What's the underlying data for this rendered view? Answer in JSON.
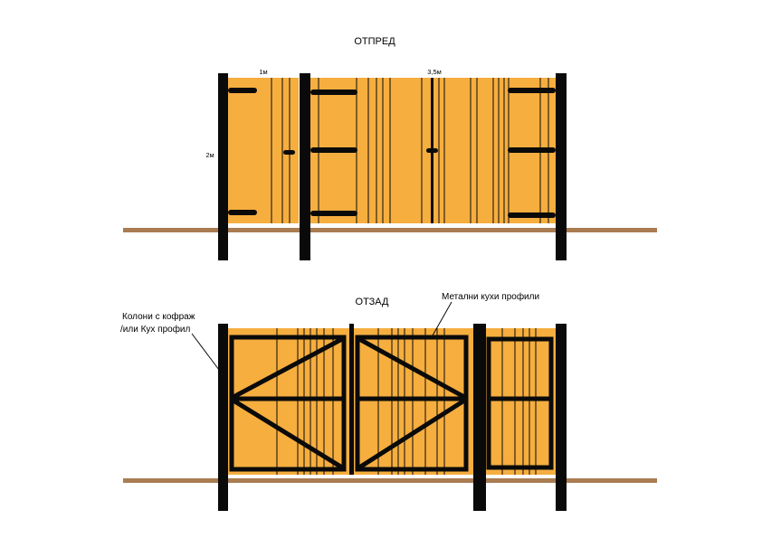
{
  "front": {
    "title": "ОТПРЕД",
    "dim_small_gate": "1м",
    "dim_big_gate": "3,5м",
    "dim_height": "2м"
  },
  "back": {
    "title": "ОТЗАД",
    "callout_profiles": "Метални кухи профили",
    "callout_columns_line1": "Колони с кофраж",
    "callout_columns_line2": "/или Кух профил"
  },
  "colors": {
    "boards": "#F6AE3F",
    "steel": "#0a0a0a",
    "ground": "#A97C52"
  }
}
